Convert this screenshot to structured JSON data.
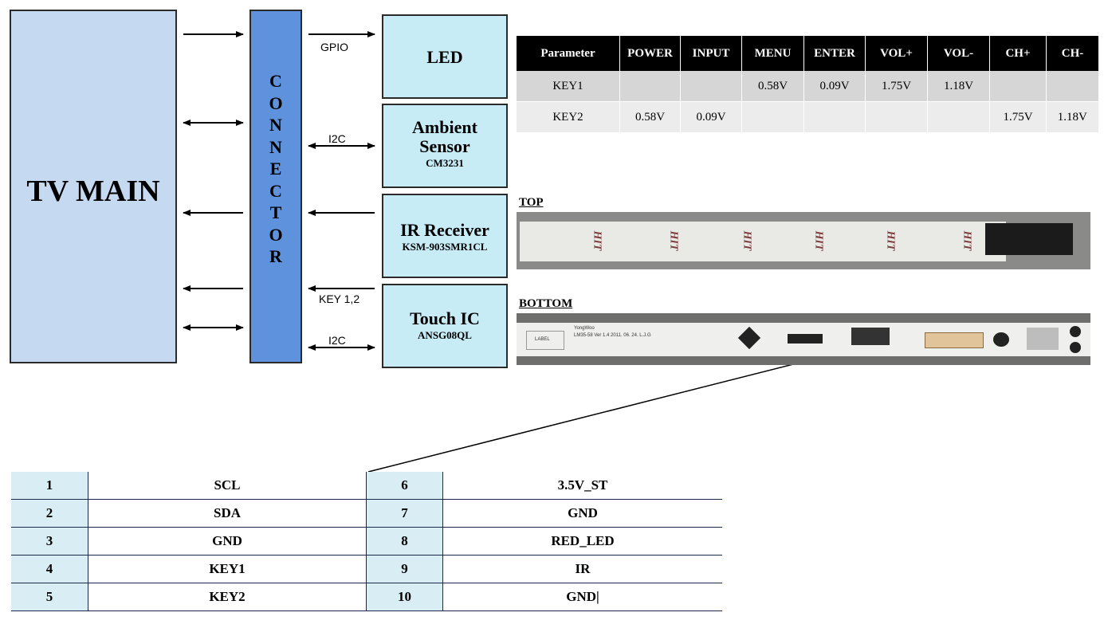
{
  "diagram": {
    "tv_main": "TV MAIN",
    "connector_letters": [
      "C",
      "O",
      "N",
      "N",
      "E",
      "C",
      "T",
      "O",
      "R"
    ],
    "components": [
      {
        "name": "LED",
        "part": ""
      },
      {
        "name_lines": [
          "Ambient",
          "Sensor"
        ],
        "part": "CM3231"
      },
      {
        "name": "IR Receiver",
        "part": "KSM-903SMR1CL"
      },
      {
        "name": "Touch IC",
        "part": "ANSG08QL"
      }
    ],
    "signal_labels": {
      "led": "GPIO",
      "ambient": "I2C",
      "touch_key": "KEY 1,2",
      "touch_i2c": "I2C"
    }
  },
  "voltage_table": {
    "headers": [
      "Parameter",
      "POWER",
      "INPUT",
      "MENU",
      "ENTER",
      "VOL+",
      "VOL-",
      "CH+",
      "CH-"
    ],
    "rows": [
      [
        "KEY1",
        "",
        "",
        "0.58V",
        "0.09V",
        "1.75V",
        "1.18V",
        "",
        ""
      ],
      [
        "KEY2",
        "0.58V",
        "0.09V",
        "",
        "",
        "",
        "",
        "1.75V",
        "1.18V"
      ]
    ]
  },
  "photos": {
    "top_label": "TOP",
    "bottom_label": "BOTTOM",
    "board_text": {
      "maker": "YongWoo",
      "version": "LM35-58 Ver 1.4  2011. 06. 24. L.J.G",
      "label": "LABEL"
    }
  },
  "pin_table": {
    "rows": [
      {
        "pin_a": "1",
        "sig_a": "SCL",
        "pin_b": "6",
        "sig_b": "3.5V_ST"
      },
      {
        "pin_a": "2",
        "sig_a": "SDA",
        "pin_b": "7",
        "sig_b": "GND"
      },
      {
        "pin_a": "3",
        "sig_a": "GND",
        "pin_b": "8",
        "sig_b": "RED_LED"
      },
      {
        "pin_a": "4",
        "sig_a": "KEY1",
        "pin_b": "9",
        "sig_b": "IR"
      },
      {
        "pin_a": "5",
        "sig_a": "KEY2",
        "pin_b": "10",
        "sig_b": "GND|"
      }
    ]
  }
}
